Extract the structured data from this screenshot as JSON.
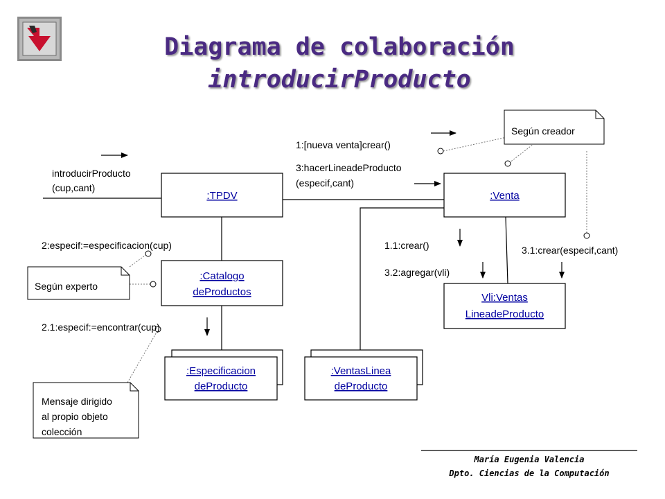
{
  "title": {
    "line1": "Diagrama de colaboración",
    "line2": "introducirProducto"
  },
  "footer": {
    "author": "María Eugenia Valencia",
    "department": "Dpto. Ciencias de la Computación"
  },
  "objects": {
    "tpdv": ":TPDV",
    "venta": ":Venta",
    "catalogo_line1": ":Catalogo",
    "catalogo_line2": "deProductos",
    "especificacion_line1": ":Especificacion",
    "especificacion_line2": "deProducto",
    "ventaslinea_line1": ":VentasLinea",
    "ventaslinea_line2": "deProducto",
    "vli_line1": "Vli:Ventas",
    "vli_line2": "LineadeProducto"
  },
  "messages": {
    "introducir_line1": "introducirProducto",
    "introducir_line2": "(cup,cant)",
    "m1": "1:[nueva venta]crear()",
    "m3_line1": "3:hacerLineadeProducto",
    "m3_line2": "(especif,cant)",
    "m2": "2:especif:=especificacion(cup)",
    "m21": "2.1:especif:=encontrar(cup)",
    "m11": "1.1:crear()",
    "m32": "3.2:agregar(vli)",
    "m31": "3.1:crear(especif,cant)"
  },
  "notes": {
    "creador": "Según creador",
    "experto": "Según experto",
    "mensaje_line1": "Mensaje dirigido",
    "mensaje_line2": "al propio objeto",
    "mensaje_line3": "colección"
  },
  "colors": {
    "object_text": "#0000a0",
    "title": "#4a2a82",
    "logo_red": "#c8102e"
  }
}
